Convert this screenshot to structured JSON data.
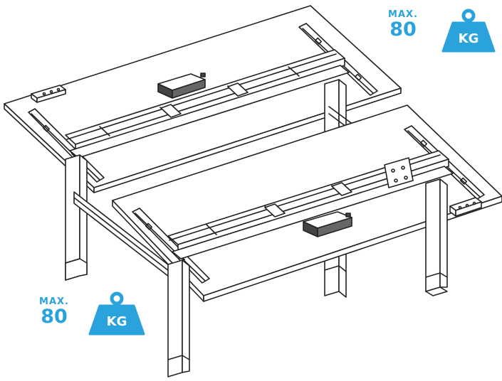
{
  "badges": {
    "top_right": {
      "max_label": "MAX.",
      "value": "80",
      "unit": "KG",
      "icon": "weight-icon"
    },
    "bottom_left": {
      "max_label": "MAX.",
      "value": "80",
      "unit": "KG",
      "icon": "weight-icon"
    }
  },
  "colors": {
    "accent": "#2aa3dd",
    "line": "#222222",
    "motor": "#555555"
  },
  "illustration": {
    "subject": "dual-desk-frame-icon"
  }
}
